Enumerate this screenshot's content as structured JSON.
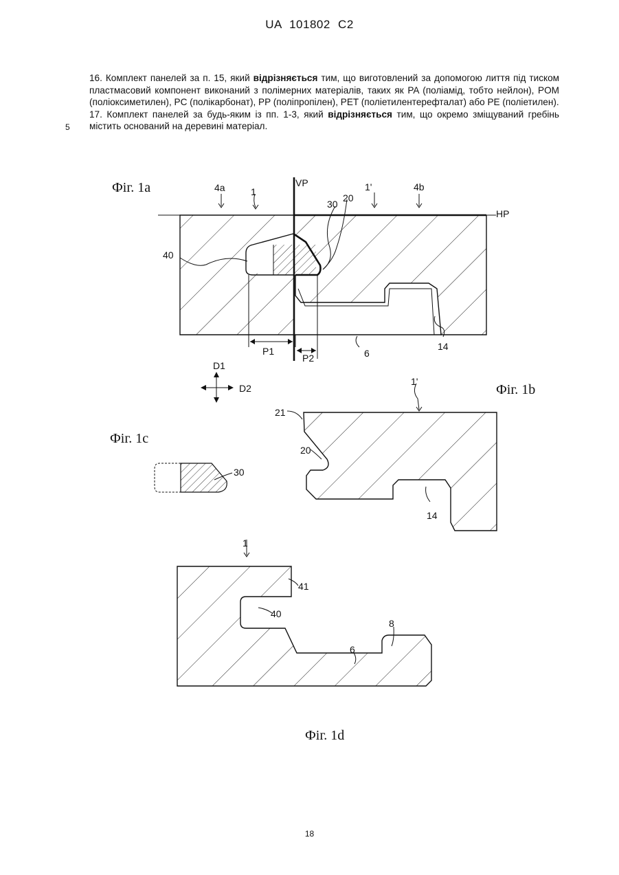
{
  "header": {
    "text": "UA   101802   C2"
  },
  "claims": [
    {
      "before": "16. Комплект панелей за п. 15, який ",
      "bold": "відрізняється",
      "after": " тим, що виготовлений за допомогою лиття під тиском пластмасовий компонент виконаний з полімерних матеріалів, таких як PA (поліамід, тобто нейлон), POM (поліоксиметилен), PC (полікарбонат), PP (поліпропілен), PET (поліетилентерефталат) або PE (поліетилен)."
    },
    {
      "before": "17. Комплект панелей за будь-яким із пп. 1-3, який ",
      "bold": "відрізняється",
      "after": " тим, що окремо зміщуваний гребінь містить оснований на деревині матеріал."
    }
  ],
  "line_number": "5",
  "page_number": "18",
  "figures": {
    "fig1a": {
      "title": "Фіг. 1a",
      "labels": {
        "l4a": "4a",
        "l1": "1",
        "vp": "VP",
        "l1p": "1'",
        "l4b": "4b",
        "l30": "30",
        "l20": "20",
        "hp": "HP",
        "l40": "40",
        "p1": "P1",
        "p2": "P2",
        "l6": "6",
        "l14": "14"
      }
    },
    "axes": {
      "d1": "D1",
      "d2": "D2"
    },
    "fig1b": {
      "title": "Фіг. 1b",
      "labels": {
        "l1p": "1'",
        "l21": "21",
        "l20": "20",
        "l14": "14"
      }
    },
    "fig1c": {
      "title": "Фіг. 1c",
      "labels": {
        "l30": "30"
      }
    },
    "fig1d": {
      "title": "Фіг. 1d",
      "labels": {
        "l1": "1",
        "l41": "41",
        "l40": "40",
        "l8": "8",
        "l6": "6"
      }
    }
  }
}
